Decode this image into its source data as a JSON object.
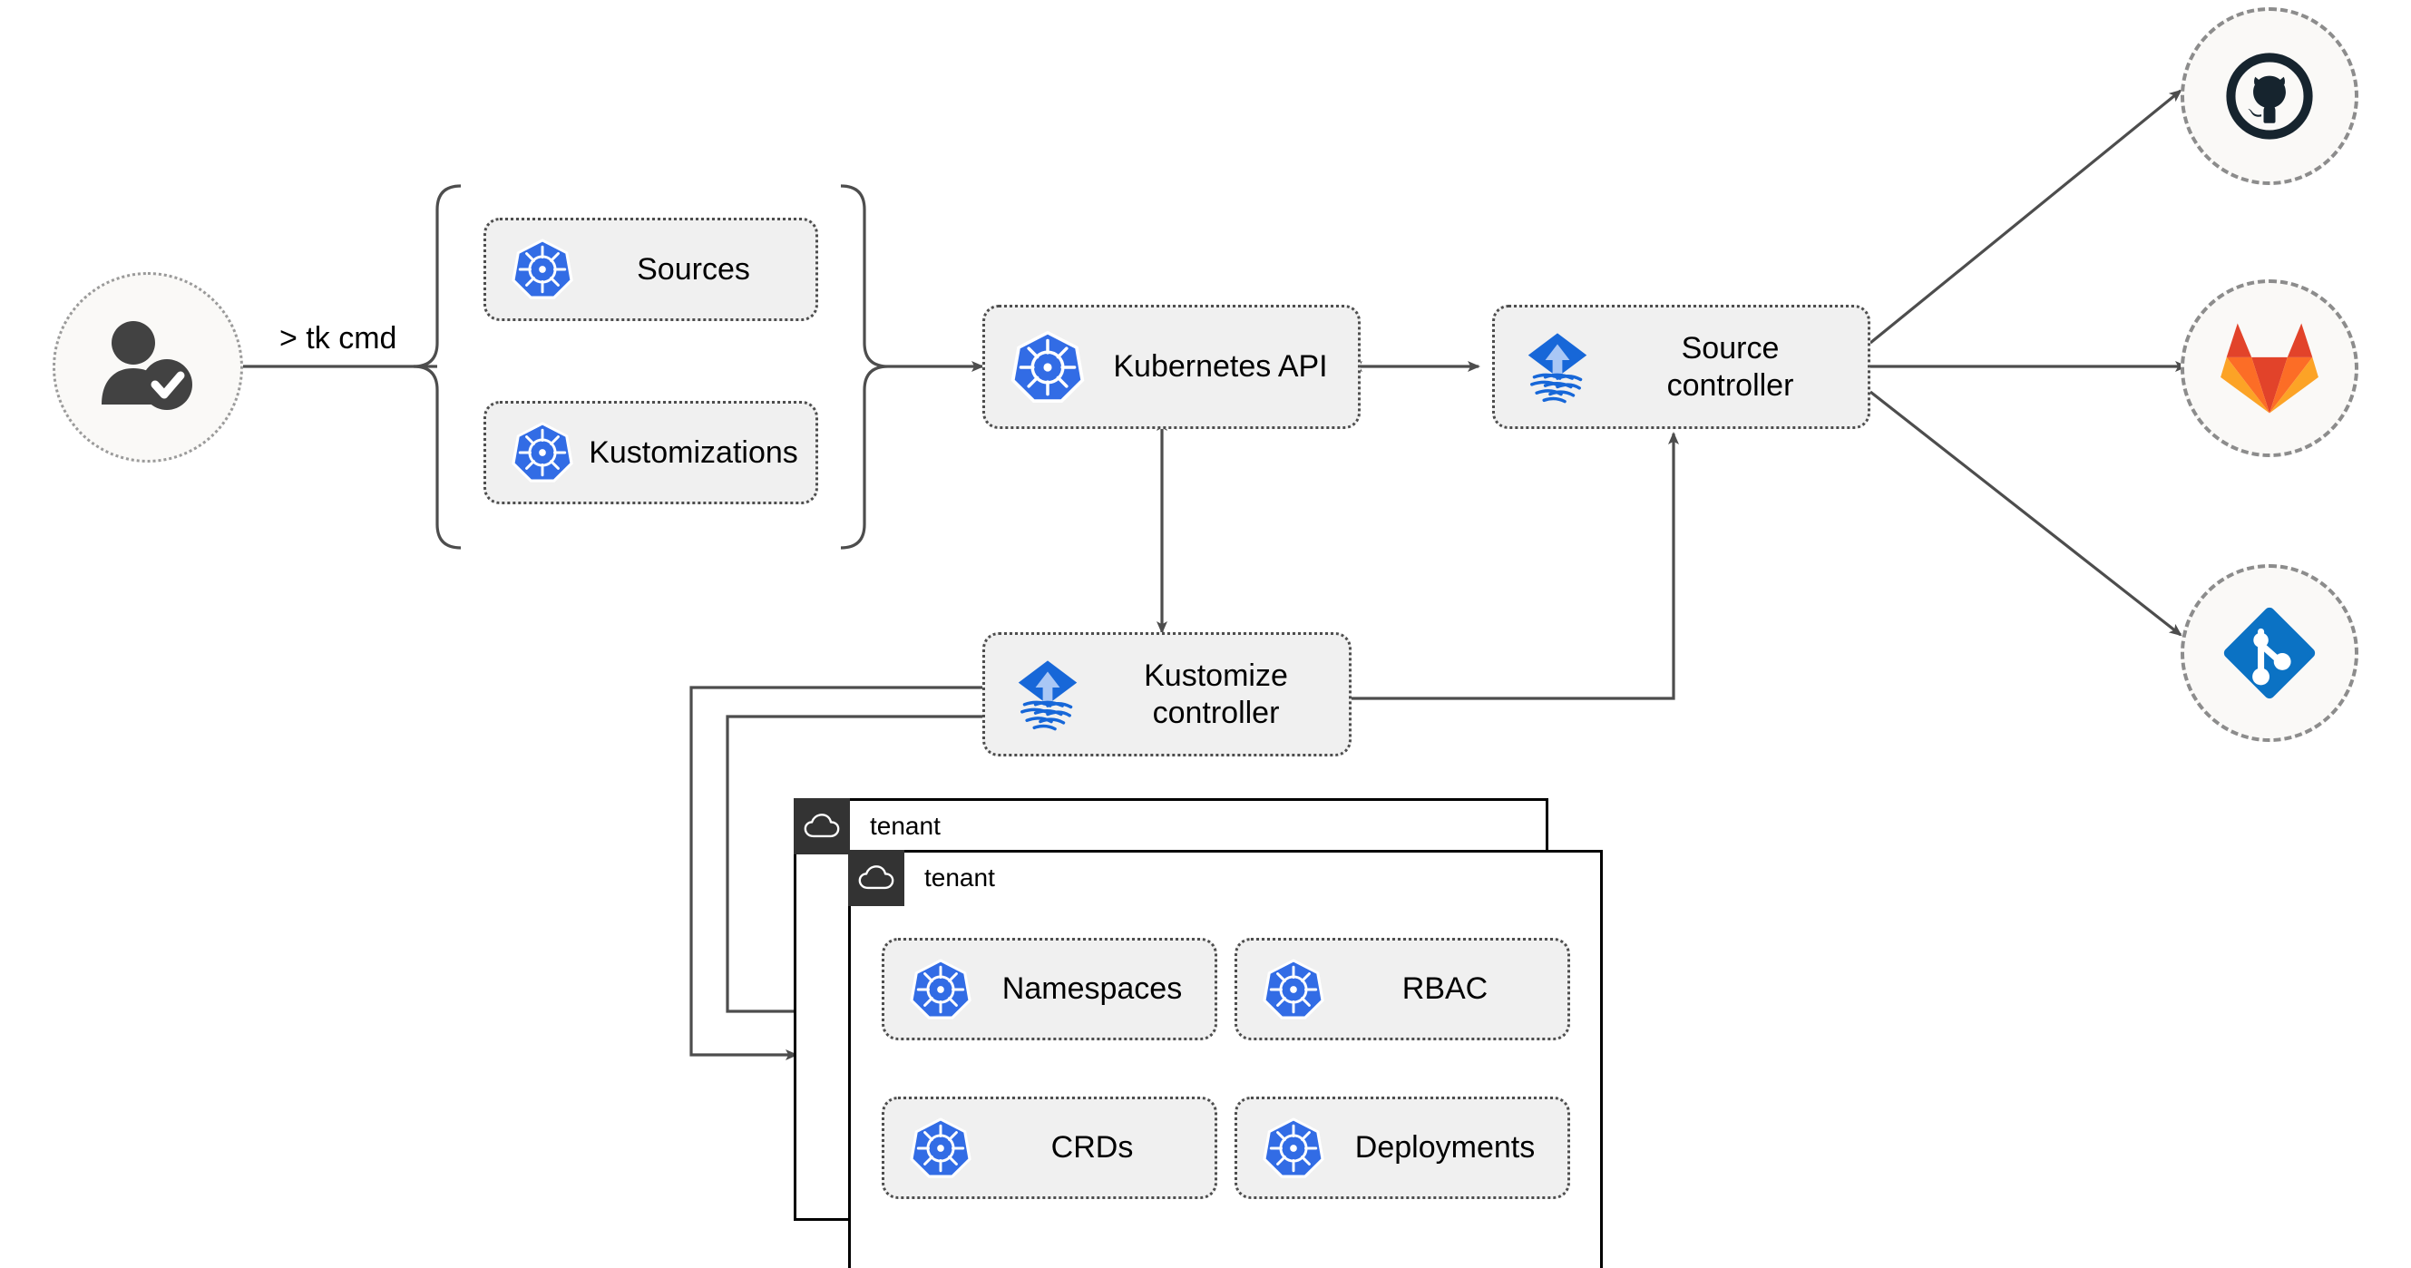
{
  "diagram": {
    "title": "Flux multi-tenancy GitOps architecture",
    "actor": {
      "name": "user-verified",
      "icon": "user-check-icon"
    },
    "edge_labels": {
      "tk_cmd": "> tk cmd"
    },
    "grouped_resources": [
      {
        "label": "Sources",
        "icon": "kubernetes-icon"
      },
      {
        "label": "Kustomizations",
        "icon": "kubernetes-icon"
      }
    ],
    "nodes": {
      "kubernetes_api": {
        "label": "Kubernetes API",
        "icon": "kubernetes-icon"
      },
      "source_controller": {
        "label": "Source\ncontroller",
        "icon": "flux-icon"
      },
      "kustomize_controller": {
        "label": "Kustomize\ncontroller",
        "icon": "flux-icon"
      }
    },
    "git_providers": [
      {
        "label": "github",
        "icon": "github-icon"
      },
      {
        "label": "gitlab",
        "icon": "gitlab-icon"
      },
      {
        "label": "git-repository",
        "icon": "git-diamond-icon"
      }
    ],
    "tenants": [
      {
        "label": "tenant",
        "icon": "cloud-icon"
      },
      {
        "label": "tenant",
        "icon": "cloud-icon"
      }
    ],
    "tenant_resources": [
      {
        "label": "Namespaces",
        "icon": "kubernetes-icon"
      },
      {
        "label": "RBAC",
        "icon": "kubernetes-icon"
      },
      {
        "label": "CRDs",
        "icon": "kubernetes-icon"
      },
      {
        "label": "Deployments",
        "icon": "kubernetes-icon"
      }
    ],
    "colors": {
      "kubernetes_blue": "#326ce5",
      "flux_blue": "#1767d8",
      "flux_arrow": "#a9c7f5",
      "github_dark": "#16242e",
      "gitlab_red": "#e2432a",
      "gitlab_orange": "#fc6d26",
      "gitlab_amber": "#fca326",
      "git_blue": "#0b72c4",
      "node_fill": "#f0f0f0",
      "node_border": "#4d4d4d",
      "circle_fill": "#faf9f7",
      "edge_stroke": "#4d4d4d",
      "tab_dark": "#333333"
    }
  }
}
